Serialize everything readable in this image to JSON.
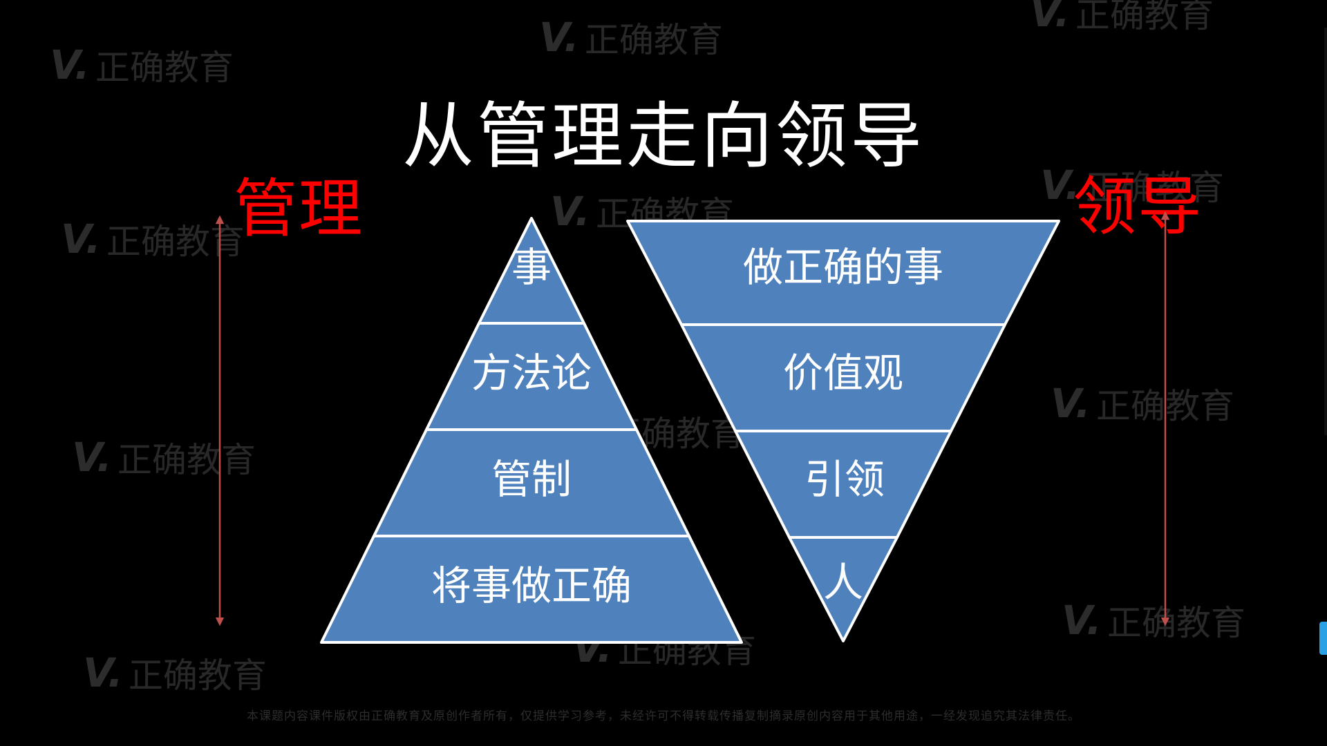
{
  "title": "从管理走向领导",
  "labels": {
    "management": "管理",
    "leadership": "领导"
  },
  "pyramid_management": [
    "事",
    "方法论",
    "管制",
    "将事做正确"
  ],
  "pyramid_leadership": [
    "做正确的事",
    "价值观",
    "引领",
    "人"
  ],
  "watermark": {
    "text": "正确教育",
    "logo": "V."
  },
  "footer": {
    "copyright": "本课题内容课件版权由正确教育及原创作者所有，仅提供学习参考，未经许可不得转载传播复制摘录原创内容用于其他用途，一经发现追究其法律责任。"
  },
  "colors": {
    "background": "#000000",
    "segment_fill": "#4f81bd",
    "segment_stroke": "#ffffff",
    "label_red": "#ff0000",
    "arrow": "#c0504d",
    "watermark": "#2b2b2b"
  },
  "icons": {
    "watermark_logo": "v-check-icon",
    "arrow": "double-headed-arrow-icon"
  }
}
